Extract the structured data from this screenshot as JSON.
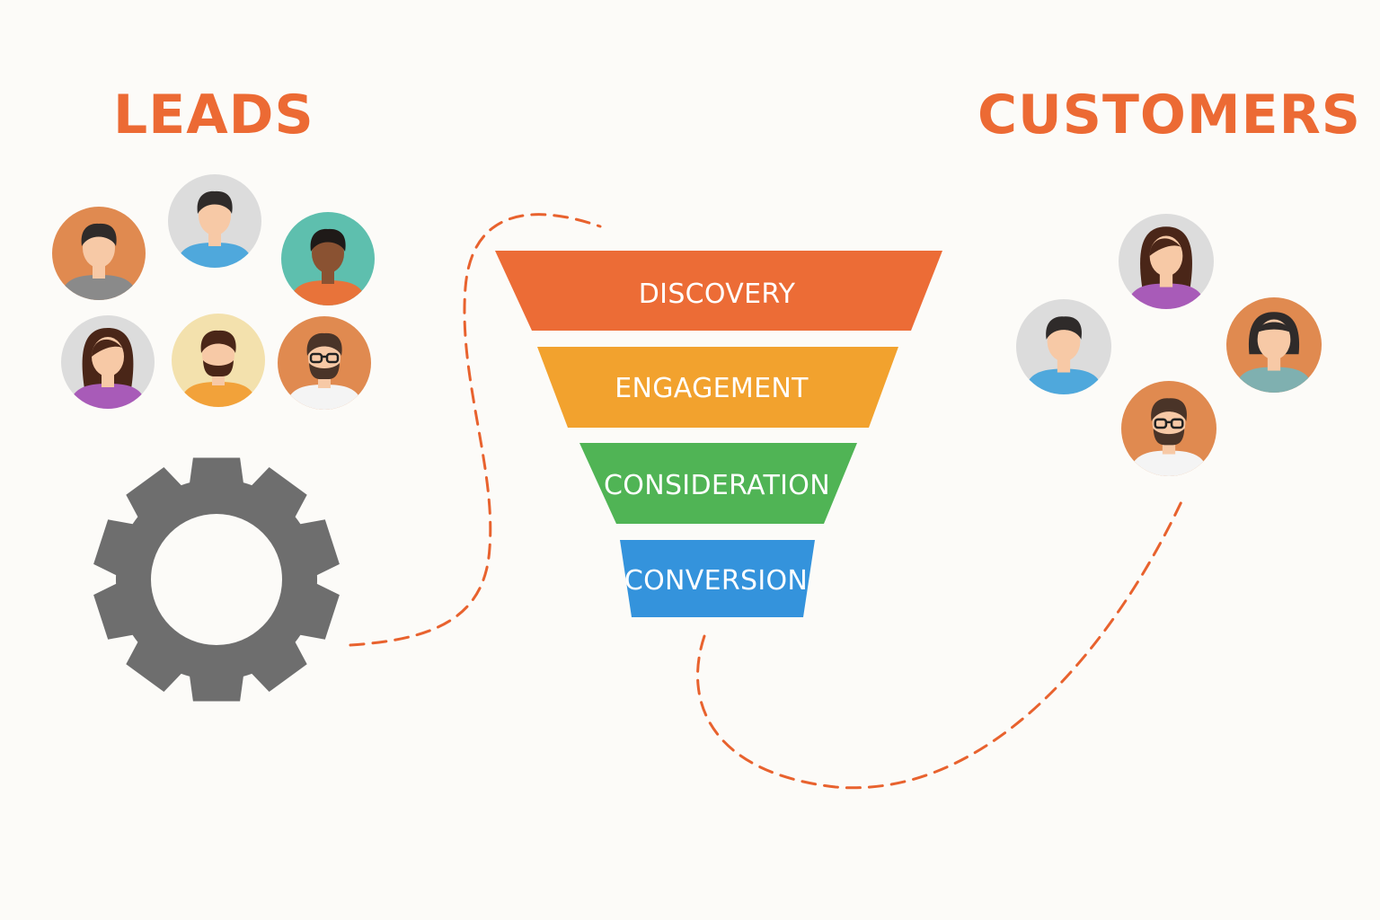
{
  "leads": {
    "title": "LEADS",
    "people": [
      {
        "bg": "#e08a50",
        "skin": "#f7c9a6",
        "hair": "#2f2b2a",
        "shirt": "#8a8a8a",
        "style": "short"
      },
      {
        "bg": "#dcdcdc",
        "skin": "#f7c9a6",
        "hair": "#2f2b2a",
        "shirt": "#4fa8dc",
        "style": "short"
      },
      {
        "bg": "#5ebfae",
        "skin": "#8a5232",
        "hair": "#1f1a18",
        "shirt": "#e8733a",
        "style": "short"
      },
      {
        "bg": "#dcdcdc",
        "skin": "#f7c9a6",
        "hair": "#4a2618",
        "shirt": "#a85bb8",
        "style": "long"
      },
      {
        "bg": "#f3e1ad",
        "skin": "#f7c9a6",
        "hair": "#4a2618",
        "shirt": "#f2a23a",
        "style": "short-beard"
      },
      {
        "bg": "#e08a50",
        "skin": "#f7c9a6",
        "hair": "#4a3428",
        "shirt": "#f4f4f4",
        "style": "glasses-beard"
      }
    ]
  },
  "customers": {
    "title": "CUSTOMERS",
    "people": [
      {
        "bg": "#dcdcdc",
        "skin": "#f7c9a6",
        "hair": "#4a2618",
        "shirt": "#a85bb8",
        "style": "long"
      },
      {
        "bg": "#dcdcdc",
        "skin": "#f7c9a6",
        "hair": "#2f2b2a",
        "shirt": "#4fa8dc",
        "style": "short"
      },
      {
        "bg": "#e08a50",
        "skin": "#f7c9a6",
        "hair": "#2f2b2a",
        "shirt": "#7fb0b0",
        "style": "bob"
      },
      {
        "bg": "#e08a50",
        "skin": "#f7c9a6",
        "hair": "#4a3428",
        "shirt": "#f4f4f4",
        "style": "glasses-beard"
      }
    ]
  },
  "funnel": {
    "stages": [
      {
        "label": "DISCOVERY",
        "color": "#ec6c36"
      },
      {
        "label": "ENGAGEMENT",
        "color": "#f2a22e"
      },
      {
        "label": "CONSIDERATION",
        "color": "#50b455"
      },
      {
        "label": "CONVERSION",
        "color": "#3493dc"
      }
    ]
  },
  "gear": {
    "icon": "gear-icon",
    "color": "#6e6e6e"
  },
  "colors": {
    "accent": "#ec6a34",
    "path": "#e8622e",
    "background": "#fcfbf8"
  }
}
